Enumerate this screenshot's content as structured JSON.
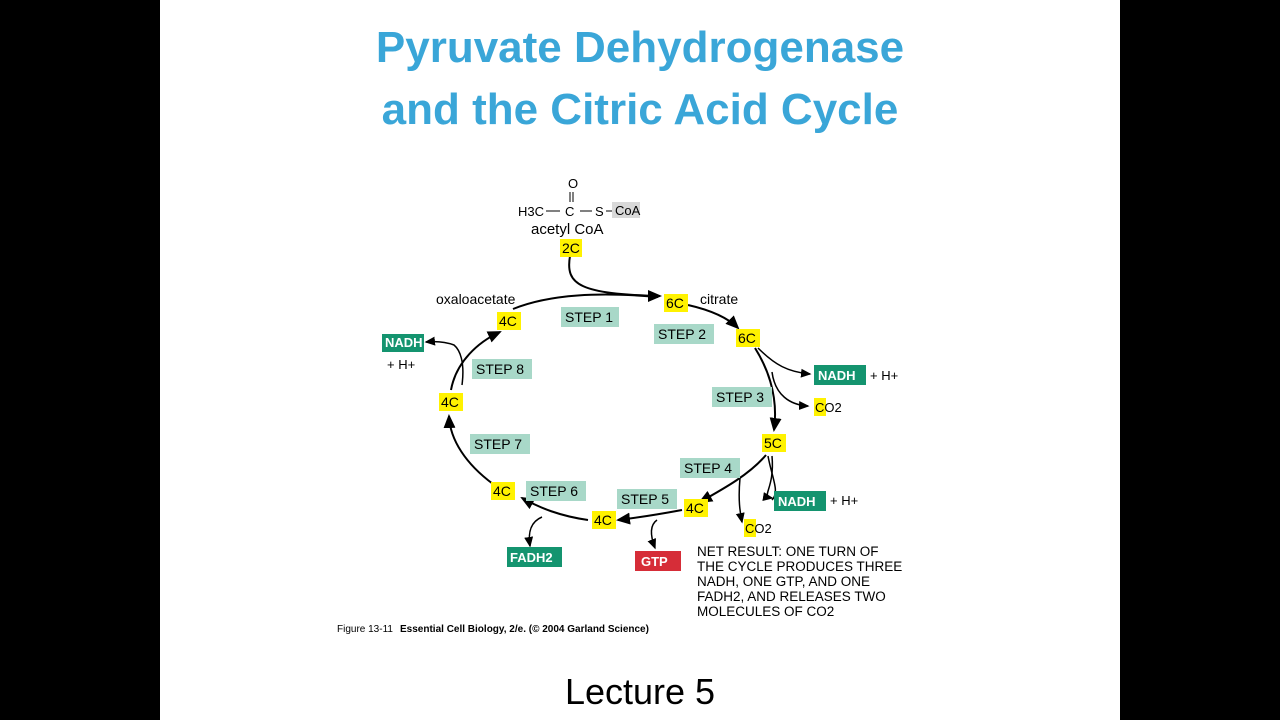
{
  "slide": {
    "title_line1": "Pyruvate Dehydrogenase",
    "title_line2": "and the Citric Acid Cycle",
    "subtitle": "Lecture 5"
  },
  "colors": {
    "title": "#3aa6d8",
    "carbon_box": "#fff200",
    "step_box": "#a8d8c8",
    "nadh_box": "#14946f",
    "gtp_box": "#d62d38"
  },
  "diagram": {
    "acetyl": {
      "h3c": "H3C",
      "c": "C",
      "o": "O",
      "s": "S",
      "coa": "CoA",
      "name": "acetyl CoA",
      "carbons": "2C"
    },
    "metabolites": {
      "oxaloacetate": "oxaloacetate",
      "citrate": "citrate"
    },
    "carbon_boxes": [
      "6C",
      "6C",
      "5C",
      "4C",
      "4C",
      "4C",
      "4C",
      "4C"
    ],
    "steps": [
      "STEP 1",
      "STEP 2",
      "STEP 3",
      "STEP 4",
      "STEP 5",
      "STEP 6",
      "STEP 7",
      "STEP 8"
    ],
    "products": {
      "nadh_1": "NADH",
      "nadh_2": "NADH",
      "nadh_3": "NADH",
      "h_plus": "+ H+",
      "co2_1": "CO2",
      "co2_2": "CO2",
      "fadh2": "FADH2",
      "gtp": "GTP"
    },
    "net_result": [
      "NET RESULT: ONE TURN OF",
      "THE CYCLE PRODUCES THREE",
      "NADH, ONE GTP, AND ONE",
      "FADH2, AND RELEASES TWO",
      "MOLECULES OF CO2"
    ],
    "caption_figure": "Figure 13-11",
    "caption_source": "Essential Cell Biology, 2/e. (© 2004 Garland Science)"
  }
}
